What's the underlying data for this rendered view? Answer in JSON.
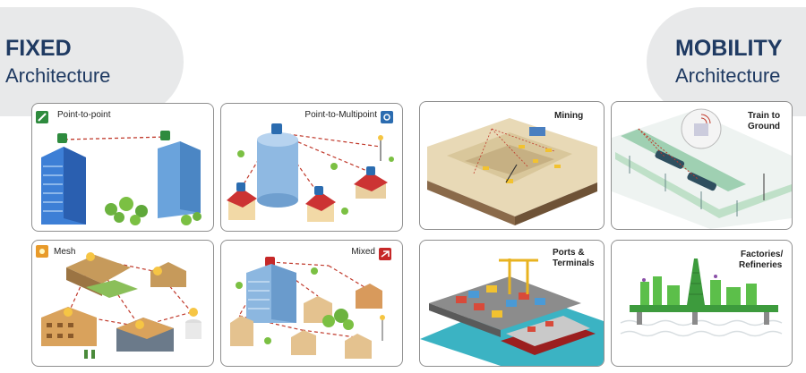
{
  "fixed": {
    "title": "FIXED",
    "subtitle": "Architecture"
  },
  "mobility": {
    "title": "MOBILITY",
    "subtitle": "Architecture"
  },
  "cards": {
    "ptp": {
      "label": "Point-to-point"
    },
    "ptmp": {
      "label": "Point-to-Multipoint"
    },
    "mesh": {
      "label": "Mesh"
    },
    "mixed": {
      "label": "Mixed"
    },
    "mining": {
      "label": "Mining"
    },
    "train": {
      "label1": "Train to",
      "label2": "Ground"
    },
    "ports": {
      "label1": "Ports &",
      "label2": "Terminals"
    },
    "factories": {
      "label1": "Factories/",
      "label2": "Refineries"
    }
  },
  "colors": {
    "title": "#1f3a62",
    "tab": "#e8e9ea",
    "ptp_badge": "#2e8b3e",
    "ptmp_badge": "#2b6cb0",
    "mesh_badge": "#e89a2a",
    "mixed_badge": "#c62828",
    "link": "#c0392b"
  }
}
